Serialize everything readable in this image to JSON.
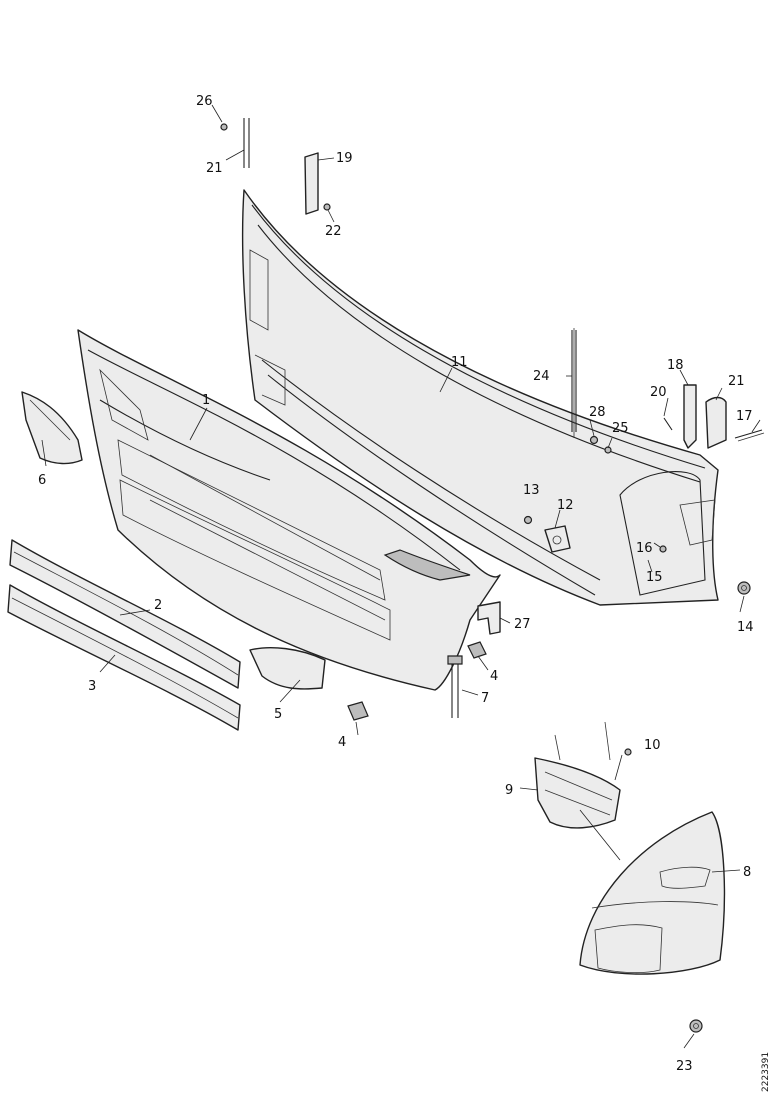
{
  "diagram": {
    "drawing_reference": "2223391",
    "callouts": {
      "c1": "1",
      "c2": "2",
      "c3": "3",
      "c4a": "4",
      "c4b": "4",
      "c5": "5",
      "c6": "6",
      "c7": "7",
      "c8": "8",
      "c9": "9",
      "c10": "10",
      "c11": "11",
      "c12": "12",
      "c13": "13",
      "c14": "14",
      "c15": "15",
      "c16": "16",
      "c17": "17",
      "c18": "18",
      "c19": "19",
      "c20": "20",
      "c21a": "21",
      "c21b": "21",
      "c22": "22",
      "c23": "23",
      "c24": "24",
      "c25": "25",
      "c26": "26",
      "c27": "27",
      "c28": "28"
    }
  }
}
